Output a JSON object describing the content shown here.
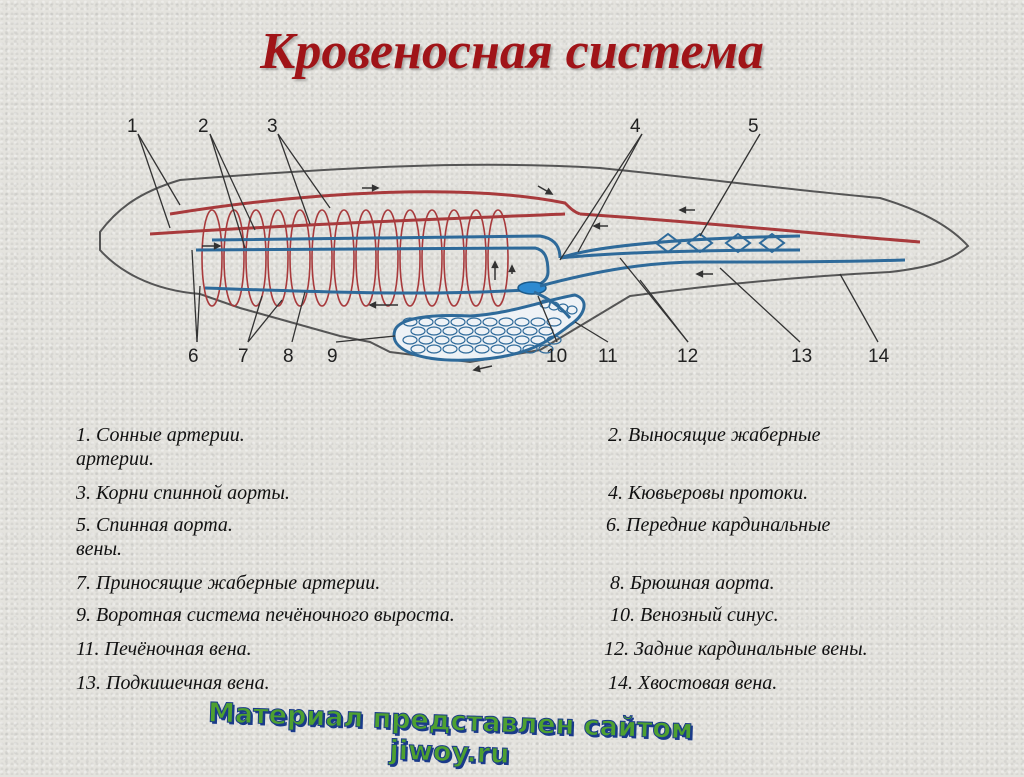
{
  "title": "Кровеносная система",
  "colors": {
    "title": "#a01418",
    "artery": "#a83a3c",
    "vein": "#2e6a9a",
    "outline": "#555555"
  },
  "diagram_numbers": [
    "1",
    "2",
    "3",
    "4",
    "5",
    "6",
    "7",
    "8",
    "9",
    "10",
    "11",
    "12",
    "13",
    "14"
  ],
  "legend": [
    "1. Сонные артерии.",
    "2. Выносящие жаберные",
    "артерии.",
    "3. Корни спинной аорты.",
    "4. Кювьеровы протоки.",
    "5. Спинная аорта.",
    "6. Передние кардинальные",
    "вены.",
    "7. Приносящие жаберные артерии.",
    "8. Брюшная аорта.",
    "9. Воротная система печёночного выроста.",
    "10. Венозный синус.",
    "11. Печёночная вена.",
    "12. Задние кардинальные вены.",
    "13. Подкишечная вена.",
    "14. Хвостовая вена."
  ],
  "watermark": "Материал представлен сайтом jiwoy.ru"
}
